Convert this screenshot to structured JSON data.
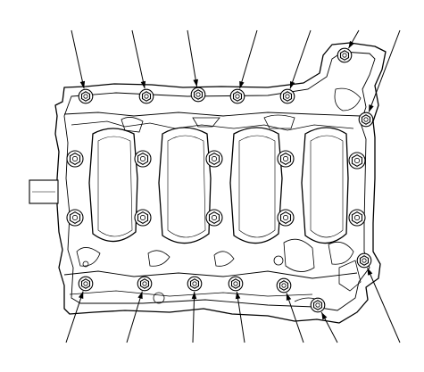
{
  "diagram": {
    "kind": "engine lower block / bearing cap bolt locations",
    "colors": {
      "line": "#000000",
      "fill": "#ffffff",
      "background": "#ffffff"
    },
    "upper_leader_count": 7,
    "lower_leader_count": 7,
    "bearing_bolt_count": 10,
    "perimeter_bolt_count": 14,
    "cylinder_opening_count": 4
  }
}
